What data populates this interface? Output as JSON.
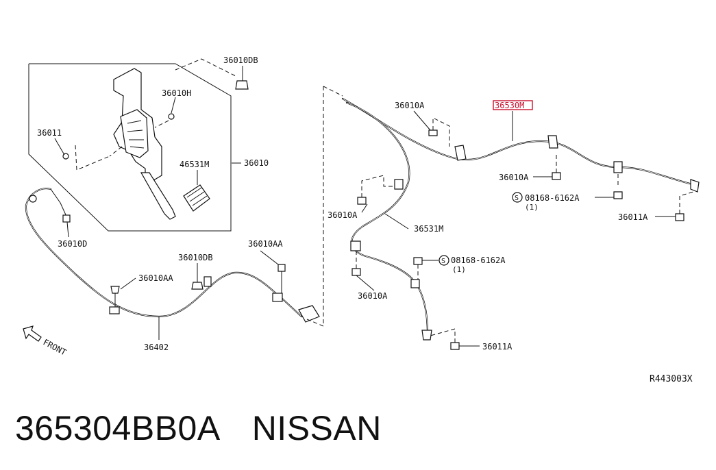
{
  "labels": {
    "p36010DB_top": "36010DB",
    "p36010H": "36010H",
    "p36011_left": "36011",
    "p46531M": "46531M",
    "p36010": "36010",
    "p36010D": "36010D",
    "p36010DB_mid": "36010DB",
    "p36010AA_mid": "36010AA",
    "p36010AA_right": "36010AA",
    "p36402": "36402",
    "front": "FRONT",
    "p36010A_top": "36010A",
    "p36530M": "36530M",
    "p36010A_r1": "36010A",
    "p08168_r1": "08168-6162A",
    "qty_r1": "(1)",
    "p36011A_r1": "36011A",
    "p36010A_mid": "36010A",
    "p36531M": "36531M",
    "p08168_r2": "08168-6162A",
    "qty_r2": "(1)",
    "p36010A_low": "36010A",
    "p36011A_low": "36011A",
    "ref_code": "R443003X",
    "bolt_symbol": "S"
  },
  "caption": {
    "part_number": "365304BB0A",
    "brand": "NISSAN"
  },
  "colors": {
    "ink": "#111111",
    "highlight": "#c8102e",
    "background": "#ffffff"
  }
}
